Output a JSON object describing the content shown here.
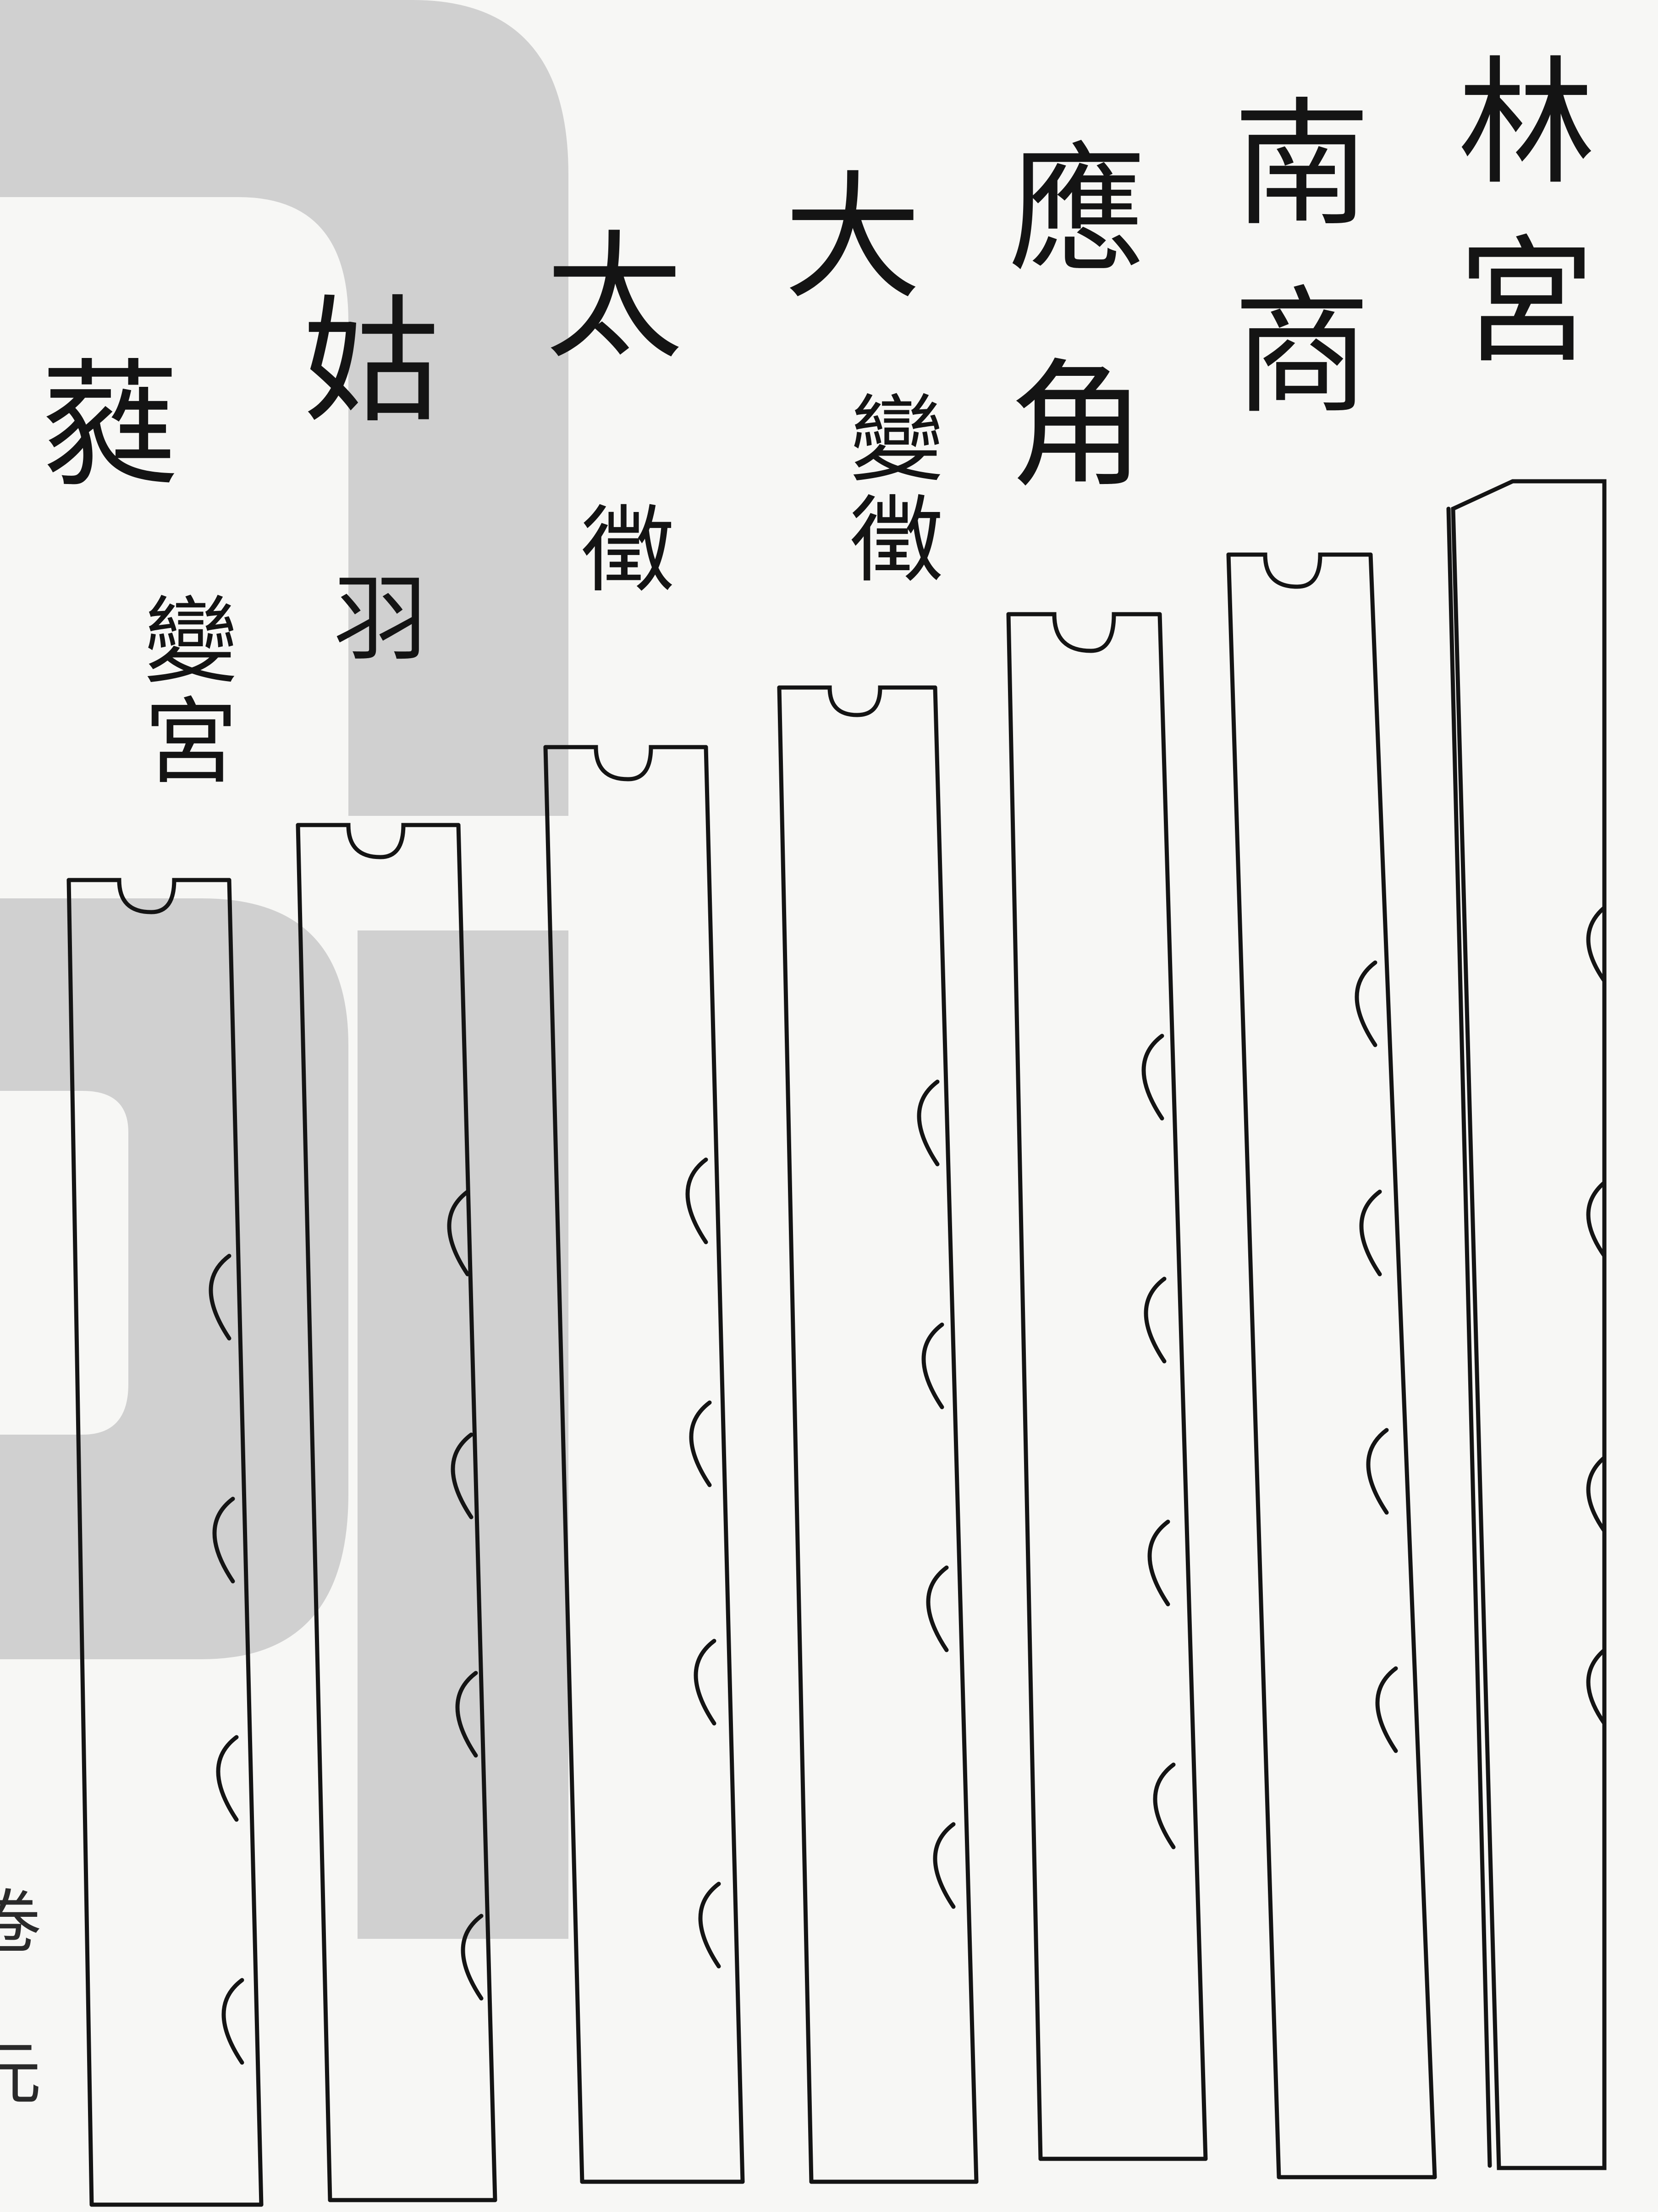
{
  "columns": [
    {
      "id": "lin",
      "note": "林",
      "tone": "宮"
    },
    {
      "id": "nan",
      "note": "南",
      "tone": "商"
    },
    {
      "id": "ying",
      "note": "應",
      "tone": "角"
    },
    {
      "id": "da",
      "note": "大",
      "tone": "變徵"
    },
    {
      "id": "tai",
      "note": "太",
      "tone": "徵"
    },
    {
      "id": "gu",
      "note": "姑",
      "tone": "羽"
    },
    {
      "id": "rui",
      "note": "蕤",
      "tone": "變宮"
    }
  ],
  "margin_chars": [
    "卷",
    "元"
  ],
  "colors": {
    "ink": "#141414",
    "paper": "#f7f7f5",
    "watermark": "#c9c9c9"
  }
}
